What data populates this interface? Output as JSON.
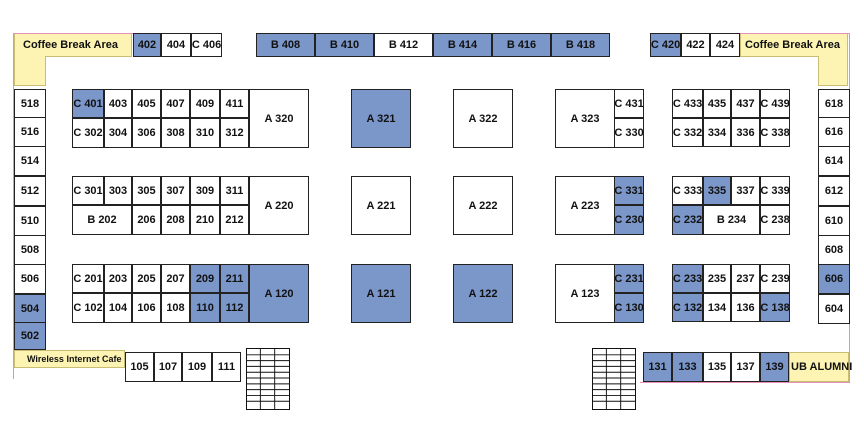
{
  "colors": {
    "sold": "#7b97c9",
    "available": "#ffffff",
    "amenity": "#fdf3b2",
    "wall": "#e78fb6"
  },
  "areas": {
    "coffee_left": "Coffee Break Area",
    "coffee_right": "Coffee Break Area",
    "wifi": "Wireless Internet Cafe",
    "alumni": "UB ALUMNI"
  },
  "booths": {
    "top": [
      {
        "id": "402",
        "sold": true
      },
      {
        "id": "404",
        "sold": false
      },
      {
        "id": "C 406",
        "sold": false
      },
      {
        "id": "B 408",
        "sold": true
      },
      {
        "id": "B 410",
        "sold": true
      },
      {
        "id": "B 412",
        "sold": false
      },
      {
        "id": "B 414",
        "sold": true
      },
      {
        "id": "B 416",
        "sold": true
      },
      {
        "id": "B 418",
        "sold": true
      },
      {
        "id": "C 420",
        "sold": true
      },
      {
        "id": "422",
        "sold": false
      },
      {
        "id": "424",
        "sold": false
      }
    ],
    "left_wall": [
      {
        "id": "518",
        "sold": false
      },
      {
        "id": "516",
        "sold": false
      },
      {
        "id": "514",
        "sold": false
      },
      {
        "id": "512",
        "sold": false
      },
      {
        "id": "510",
        "sold": false
      },
      {
        "id": "508",
        "sold": false
      },
      {
        "id": "506",
        "sold": false
      },
      {
        "id": "504",
        "sold": true
      },
      {
        "id": "502",
        "sold": true
      }
    ],
    "right_wall": [
      {
        "id": "618",
        "sold": false
      },
      {
        "id": "616",
        "sold": false
      },
      {
        "id": "614",
        "sold": false
      },
      {
        "id": "612",
        "sold": false
      },
      {
        "id": "610",
        "sold": false
      },
      {
        "id": "608",
        "sold": false
      },
      {
        "id": "606",
        "sold": true
      },
      {
        "id": "604",
        "sold": false
      }
    ],
    "left_block_400": [
      {
        "id": "C 401",
        "sold": true
      },
      {
        "id": "403",
        "sold": false
      },
      {
        "id": "405",
        "sold": false
      },
      {
        "id": "407",
        "sold": false
      },
      {
        "id": "409",
        "sold": false
      },
      {
        "id": "411",
        "sold": false
      },
      {
        "id": "C 302",
        "sold": false
      },
      {
        "id": "304",
        "sold": false
      },
      {
        "id": "306",
        "sold": false
      },
      {
        "id": "308",
        "sold": false
      },
      {
        "id": "310",
        "sold": false
      },
      {
        "id": "312",
        "sold": false
      }
    ],
    "left_block_300": [
      {
        "id": "C 301",
        "sold": false
      },
      {
        "id": "303",
        "sold": false
      },
      {
        "id": "305",
        "sold": false
      },
      {
        "id": "307",
        "sold": false
      },
      {
        "id": "309",
        "sold": false
      },
      {
        "id": "311",
        "sold": false
      },
      {
        "id": "B 202",
        "sold": false
      },
      {
        "id": "206",
        "sold": false
      },
      {
        "id": "208",
        "sold": false
      },
      {
        "id": "210",
        "sold": false
      },
      {
        "id": "212",
        "sold": false
      }
    ],
    "left_block_200": [
      {
        "id": "C 201",
        "sold": false
      },
      {
        "id": "203",
        "sold": false
      },
      {
        "id": "205",
        "sold": false
      },
      {
        "id": "207",
        "sold": false
      },
      {
        "id": "209",
        "sold": true
      },
      {
        "id": "211",
        "sold": true
      },
      {
        "id": "C 102",
        "sold": false
      },
      {
        "id": "104",
        "sold": false
      },
      {
        "id": "106",
        "sold": false
      },
      {
        "id": "108",
        "sold": false
      },
      {
        "id": "110",
        "sold": true
      },
      {
        "id": "112",
        "sold": true
      }
    ],
    "islands": [
      {
        "id": "A 320",
        "sold": false
      },
      {
        "id": "A 321",
        "sold": true
      },
      {
        "id": "A 322",
        "sold": false
      },
      {
        "id": "A 323",
        "sold": false
      },
      {
        "id": "A 220",
        "sold": false
      },
      {
        "id": "A 221",
        "sold": false
      },
      {
        "id": "A 222",
        "sold": false
      },
      {
        "id": "A 223",
        "sold": false
      },
      {
        "id": "A 120",
        "sold": true
      },
      {
        "id": "A 121",
        "sold": true
      },
      {
        "id": "A 122",
        "sold": true
      },
      {
        "id": "A 123",
        "sold": false
      }
    ],
    "right_mid": [
      {
        "id": "C 431",
        "sold": false
      },
      {
        "id": "C 330",
        "sold": false
      },
      {
        "id": "C 331",
        "sold": true
      },
      {
        "id": "C 230",
        "sold": true
      },
      {
        "id": "C 231",
        "sold": true
      },
      {
        "id": "C 130",
        "sold": true
      }
    ],
    "right_block_400": [
      {
        "id": "C 433",
        "sold": false
      },
      {
        "id": "435",
        "sold": false
      },
      {
        "id": "437",
        "sold": false
      },
      {
        "id": "C 439",
        "sold": false
      },
      {
        "id": "C 332",
        "sold": false
      },
      {
        "id": "334",
        "sold": false
      },
      {
        "id": "336",
        "sold": false
      },
      {
        "id": "C 338",
        "sold": false
      }
    ],
    "right_block_300": [
      {
        "id": "C 333",
        "sold": false
      },
      {
        "id": "335",
        "sold": true
      },
      {
        "id": "337",
        "sold": false
      },
      {
        "id": "C 339",
        "sold": false
      },
      {
        "id": "C 232",
        "sold": true
      },
      {
        "id": "B 234",
        "sold": false
      },
      {
        "id": "C 238",
        "sold": false
      }
    ],
    "right_block_200": [
      {
        "id": "C 233",
        "sold": true
      },
      {
        "id": "235",
        "sold": false
      },
      {
        "id": "237",
        "sold": false
      },
      {
        "id": "C 239",
        "sold": false
      },
      {
        "id": "C 132",
        "sold": true
      },
      {
        "id": "134",
        "sold": false
      },
      {
        "id": "136",
        "sold": false
      },
      {
        "id": "C 138",
        "sold": true
      }
    ],
    "bottom_left": [
      {
        "id": "105",
        "sold": false
      },
      {
        "id": "107",
        "sold": false
      },
      {
        "id": "109",
        "sold": false
      },
      {
        "id": "111",
        "sold": false
      }
    ],
    "bottom_right": [
      {
        "id": "131",
        "sold": true
      },
      {
        "id": "133",
        "sold": true
      },
      {
        "id": "135",
        "sold": false
      },
      {
        "id": "137",
        "sold": false
      },
      {
        "id": "139",
        "sold": true
      }
    ]
  }
}
